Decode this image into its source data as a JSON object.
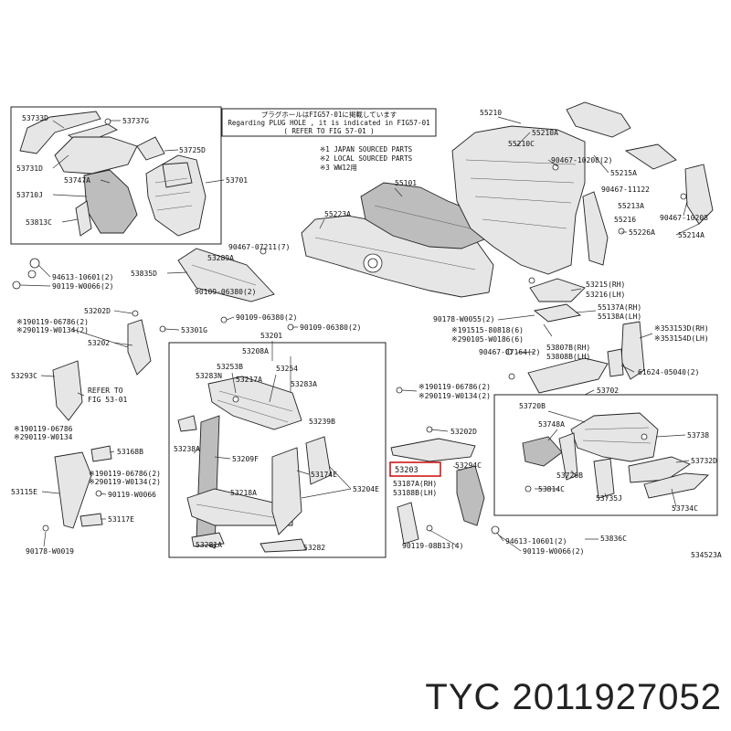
{
  "diagram": {
    "figure_code": "534523A",
    "note_box": {
      "line1": "プラグホールはFIG57-01に掲載しています",
      "line2": "Regarding PLUG HOLE , it is indicated in FIG57-01",
      "line3": "( REFER TO FIG 57-01 )"
    },
    "source_legend": [
      "※1 JAPAN SOURCED PARTS",
      "※2 LOCAL SOURCED PARTS",
      "※3 WW12用"
    ],
    "refer_note": [
      "REFER TO",
      "FIG 53-01"
    ],
    "highlighted_part": "53203",
    "labels": {
      "p53733D": "53733D",
      "p53737G": "53737G",
      "p53725D": "53725D",
      "p53731D": "53731D",
      "p53747A": "53747A",
      "p53701": "53701",
      "p53710J": "53710J",
      "p53813C": "53813C",
      "p94613_a": "94613-10601(2)",
      "p90119_a": "90119-W0066(2)",
      "p53289A": "53289A",
      "p90467_a": "90467-07211(7)",
      "p53835D": "53835D",
      "p53202D": "53202D",
      "p90119_b1": "※190119-06786(2)",
      "p90119_b2": "※290119-W0134(2)",
      "p53202": "53202",
      "p53301G": "53301G",
      "p90109_a": "90109-06380(2)",
      "p90109_b": "90109-06380(2)",
      "p53201": "53201",
      "p53208A": "53208A",
      "p53253B": "53253B",
      "p53254": "53254",
      "p53283N": "53283N",
      "p53217A": "53217A",
      "p53283A": "53283A",
      "p53293C": "53293C",
      "p90119_c1": "※190119-06786",
      "p90119_c2": "※290119-W0134",
      "p53168B": "53168B",
      "p53238A": "53238A",
      "p53209F": "53209F",
      "p53239B": "53239B",
      "p53174E": "53174E",
      "p90119_d1": "※190119-06786(2)",
      "p90119_d2": "※290119-W0134(2)",
      "p53115E": "53115E",
      "p90119_e": "90119-W0066",
      "p53117E": "53117E",
      "p53218A": "53218A",
      "p53204E": "53204E",
      "p90178": "90178-W0019",
      "p53281A": "53281A",
      "p53282": "53282",
      "p55210": "55210",
      "p55210A": "55210A",
      "p55210C": "55210C",
      "p90467_b": "90467-10208(2)",
      "p55215A": "55215A",
      "p55101": "55101",
      "p90467_c": "90467-11122",
      "p55213A": "55213A",
      "p55223A": "55223A",
      "p90467_d": "90467-10208",
      "p55216": "55216",
      "p55226A": "55226A",
      "p55214A": "55214A",
      "p53215": "53215(RH)",
      "p53216": "53216(LH)",
      "p55137A": "55137A(RH)",
      "p55138A": "55138A(LH)",
      "p90178_b": "90178-W0055(2)",
      "p91515_1": "※191515-80818(6)",
      "p90105_2": "※290105-W0186(6)",
      "p53153D": "※353153D(RH)",
      "p53154D": "※353154D(LH)",
      "p90467_e": "90467-07164(2)",
      "p53807B": "53807B(RH)",
      "p53808B": "53808B(LH)",
      "p61624": "61624-05040(2)",
      "p53702": "53702",
      "p90119_f1": "※190119-06786(2)",
      "p90119_f2": "※290119-W0134(2)",
      "p53720B": "53720B",
      "p53748A": "53748A",
      "p53738": "53738",
      "p53202D_b": "53202D",
      "p53203": "53203",
      "p53294C": "53294C",
      "p53732D": "53732D",
      "p53187A": "53187A(RH)",
      "p53188B": "53188B(LH)",
      "p53726B": "53726B",
      "p53814C": "53814C",
      "p53735J": "53735J",
      "p53734C": "53734C",
      "p94613_b": "94613-10601(2)",
      "p53836C": "53836C",
      "p90119_g": "90119-08B13(4)",
      "p90119_h": "90119-W0066(2)"
    }
  },
  "footer": {
    "part_reference": "TYC 2011927052"
  },
  "colors": {
    "highlight": "#d01818",
    "line": "#222222",
    "part_fill": "#e6e6e6"
  }
}
